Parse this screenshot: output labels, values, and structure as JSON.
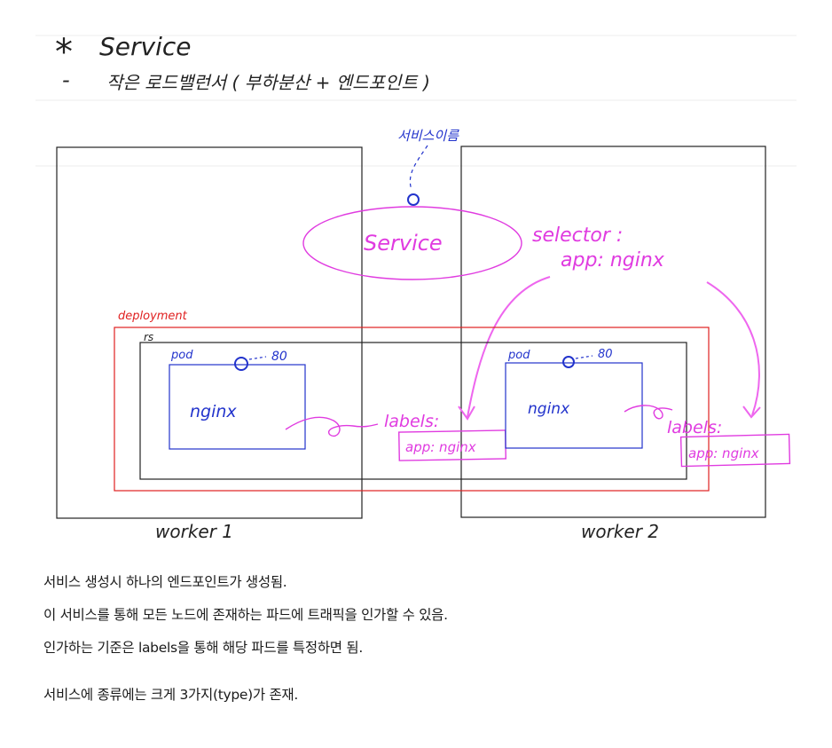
{
  "colors": {
    "ink": "#222222",
    "pink": "#e03be0",
    "blue": "#2233cc",
    "red": "#e02020",
    "grid": "#eeeeee"
  },
  "heading": {
    "bullet": "*",
    "title": "Service",
    "dash": "-",
    "subtitle": "작은 로드밸런서 ( 부하분산 + 엔드포인트 )"
  },
  "diagram": {
    "service_name_label": "서비스이름",
    "service_label": "Service",
    "selector_label": "selector :",
    "selector_value": "app: nginx",
    "deployment_label": "deployment",
    "replicaset_label": "rs",
    "worker1_label": "worker 1",
    "worker2_label": "worker 2",
    "pods": [
      {
        "label": "pod",
        "port": "80",
        "app": "nginx",
        "labels_title": "labels:",
        "labels_value": "app: nginx"
      },
      {
        "label": "pod",
        "port": "80",
        "app": "nginx",
        "labels_title": "labels:",
        "labels_value": "app: nginx"
      }
    ]
  },
  "notes": [
    "서비스 생성시 하나의 엔드포인트가 생성됨.",
    "이 서비스를 통해 모든 노드에 존재하는 파드에 트래픽을 인가할 수 있음.",
    "인가하는 기준은 labels을 통해 해당 파드를 특정하면 됨.",
    "서비스에 종류에는 크게 3가지(type)가 존재."
  ]
}
